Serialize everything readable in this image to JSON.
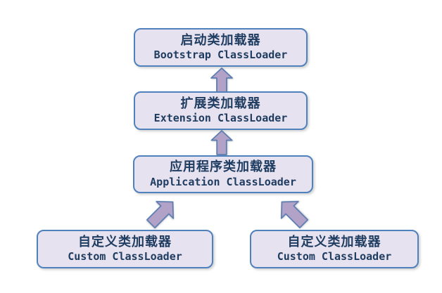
{
  "diagram": {
    "description": "Java ClassLoader delegation hierarchy",
    "nodes": [
      {
        "id": "bootstrap",
        "zh": "启动类加载器",
        "en": "Bootstrap ClassLoader"
      },
      {
        "id": "extension",
        "zh": "扩展类加载器",
        "en": "Extension ClassLoader"
      },
      {
        "id": "application",
        "zh": "应用程序类加载器",
        "en": "Application ClassLoader"
      },
      {
        "id": "custom-left",
        "zh": "自定义类加载器",
        "en": "Custom ClassLoader"
      },
      {
        "id": "custom-right",
        "zh": "自定义类加载器",
        "en": "Custom ClassLoader"
      }
    ],
    "arrows": [
      {
        "id": "extension-to-bootstrap",
        "direction": "up"
      },
      {
        "id": "application-to-extension",
        "direction": "up"
      },
      {
        "id": "custom-left-to-application",
        "direction": "up-right"
      },
      {
        "id": "custom-right-to-application",
        "direction": "up-left"
      }
    ],
    "colors": {
      "box_fill": "#e7e2ef",
      "box_border": "#4f81bd",
      "arrow_fill": "#b3a2c7",
      "arrow_border": "#5b7db1",
      "text": "#1f3c61",
      "background": "#ffffff"
    }
  }
}
